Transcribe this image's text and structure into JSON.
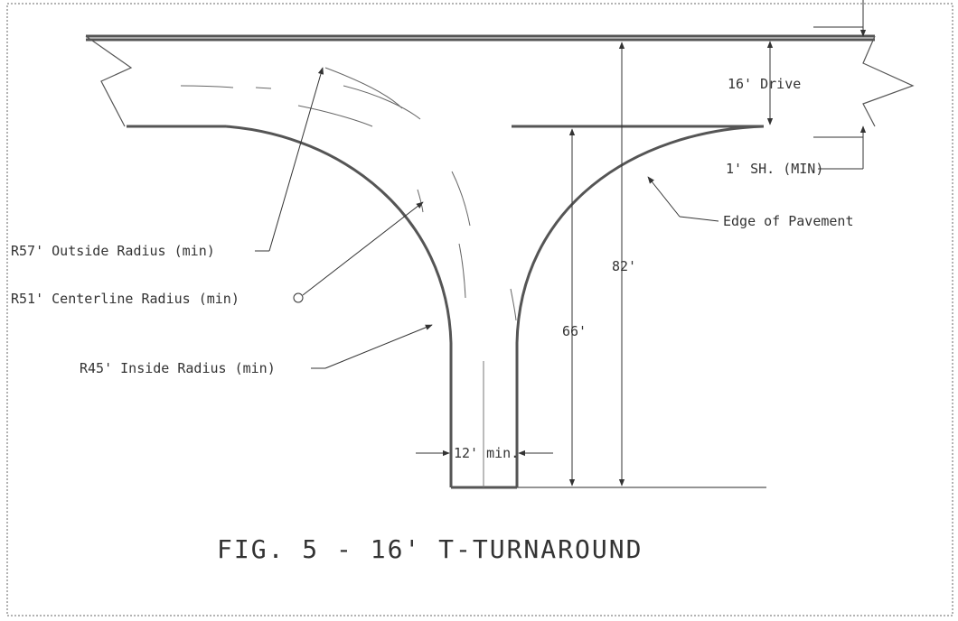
{
  "figure": {
    "caption": "FIG. 5 - 16' T-TURNAROUND",
    "labels": {
      "drive_width": "16' Drive",
      "shoulder": "1' SH. (MIN)",
      "edge": "Edge of Pavement",
      "outside_radius": "R57' Outside Radius (min)",
      "centerline_radius": "R51' Centerline Radius (min)",
      "inside_radius": "R45' Inside Radius (min)",
      "dim_82": "82'",
      "dim_66": "66'",
      "stem_width": "12' min."
    },
    "colors": {
      "pavement_edge": "#555555",
      "ink": "#333333",
      "border": "#9a9a9a"
    }
  }
}
